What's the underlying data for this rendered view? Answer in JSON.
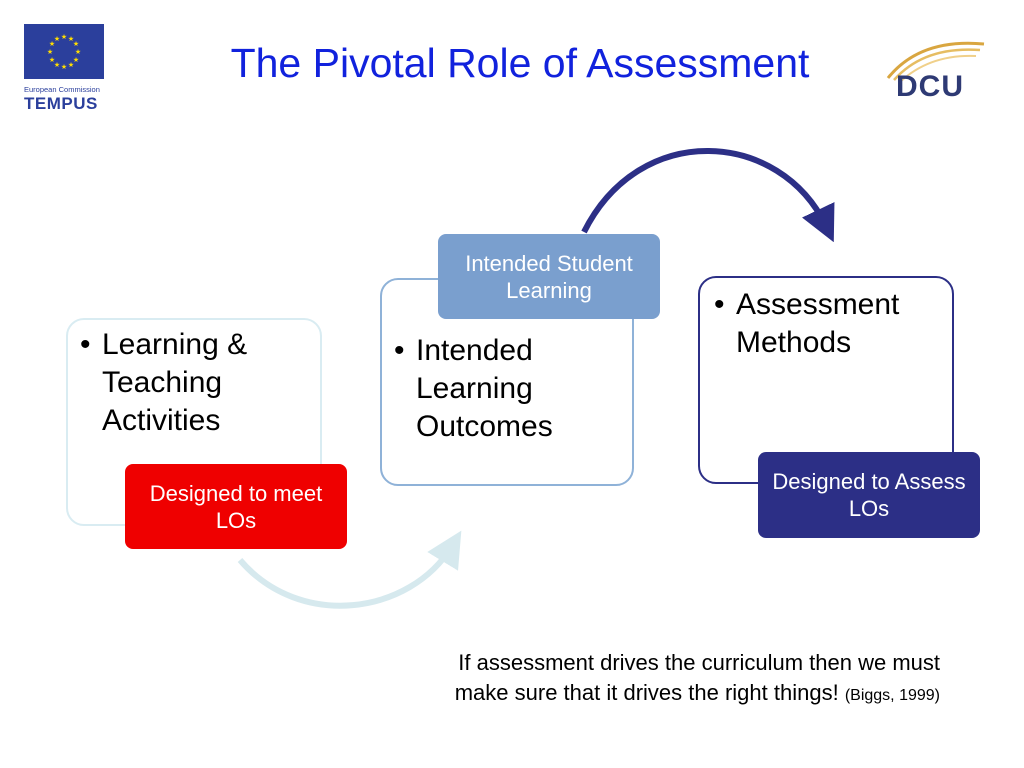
{
  "logos": {
    "eu_commission_text": "European Commission",
    "tempus_text": "TEMPUS",
    "dcu_text": "DCU"
  },
  "title": "The Pivotal Role of Assessment",
  "diagram": {
    "left_box": {
      "bullet": "Learning & Teaching Activities",
      "tag": "Designed to meet LOs",
      "tag_color": "#ef0000"
    },
    "middle_box": {
      "bullet": "Intended Learning Outcomes",
      "tag": "Intended Student Learning",
      "tag_color": "#7a9fce"
    },
    "right_box": {
      "bullet": "Assessment Methods",
      "tag": "Designed to Assess LOs",
      "tag_color": "#2c2f86"
    }
  },
  "quote": {
    "line1": "If assessment drives the curriculum then we must",
    "line2": "make sure that it drives the right things!",
    "citation": "(Biggs, 1999)"
  },
  "colors": {
    "title": "#1122dd",
    "eu_blue": "#2b3f9c",
    "dcu_gold": "#d9a640"
  }
}
